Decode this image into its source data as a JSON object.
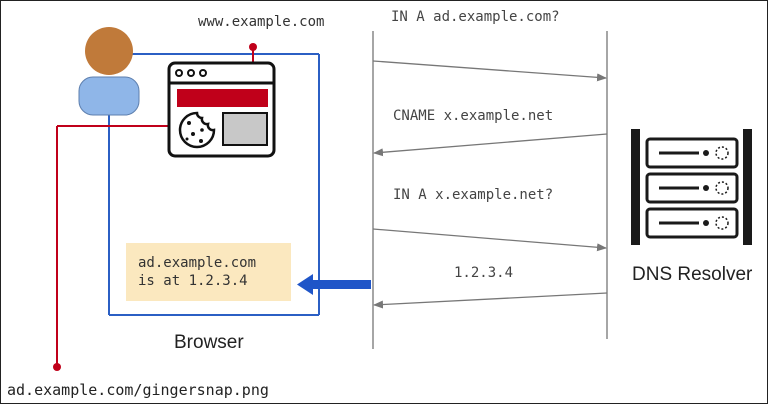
{
  "browser": {
    "label": "Browser",
    "site_url": "www.example.com",
    "image_url": "ad.example.com/gingersnap.png",
    "answer_line1": "ad.example.com",
    "answer_line2": "is at 1.2.3.4"
  },
  "resolver": {
    "label": "DNS Resolver"
  },
  "messages": [
    {
      "text": "IN A ad.example.com?",
      "direction": "to-resolver"
    },
    {
      "text": "CNAME x.example.net",
      "direction": "to-browser"
    },
    {
      "text": "IN A x.example.net?",
      "direction": "to-resolver"
    },
    {
      "text": "1.2.3.4",
      "direction": "to-browser"
    }
  ],
  "colors": {
    "browser_frame": "#2b5fc4",
    "red_line": "#c0001a",
    "answer_bg": "#fbe8bf",
    "arrow_blue": "#1f55c8",
    "seq_line": "#777777",
    "user_head": "#c07a3a",
    "user_body": "#8fb6e8",
    "server_dark": "#1a1a1a"
  },
  "icons": [
    "user-icon",
    "browser-window-icon",
    "cookie-icon",
    "server-rack-icon"
  ]
}
